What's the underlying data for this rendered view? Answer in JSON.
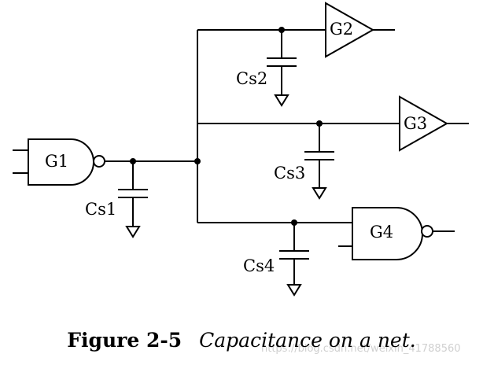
{
  "gates": {
    "g1": "G1",
    "g2": "G2",
    "g3": "G3",
    "g4": "G4"
  },
  "capacitors": {
    "cs1": "Cs1",
    "cs2": "Cs2",
    "cs3": "Cs3",
    "cs4": "Cs4"
  },
  "caption": {
    "figure": "Figure 2-5",
    "text": "Capacitance on a net."
  },
  "watermark": "https://blog.csdn.net/weixin_41788560"
}
